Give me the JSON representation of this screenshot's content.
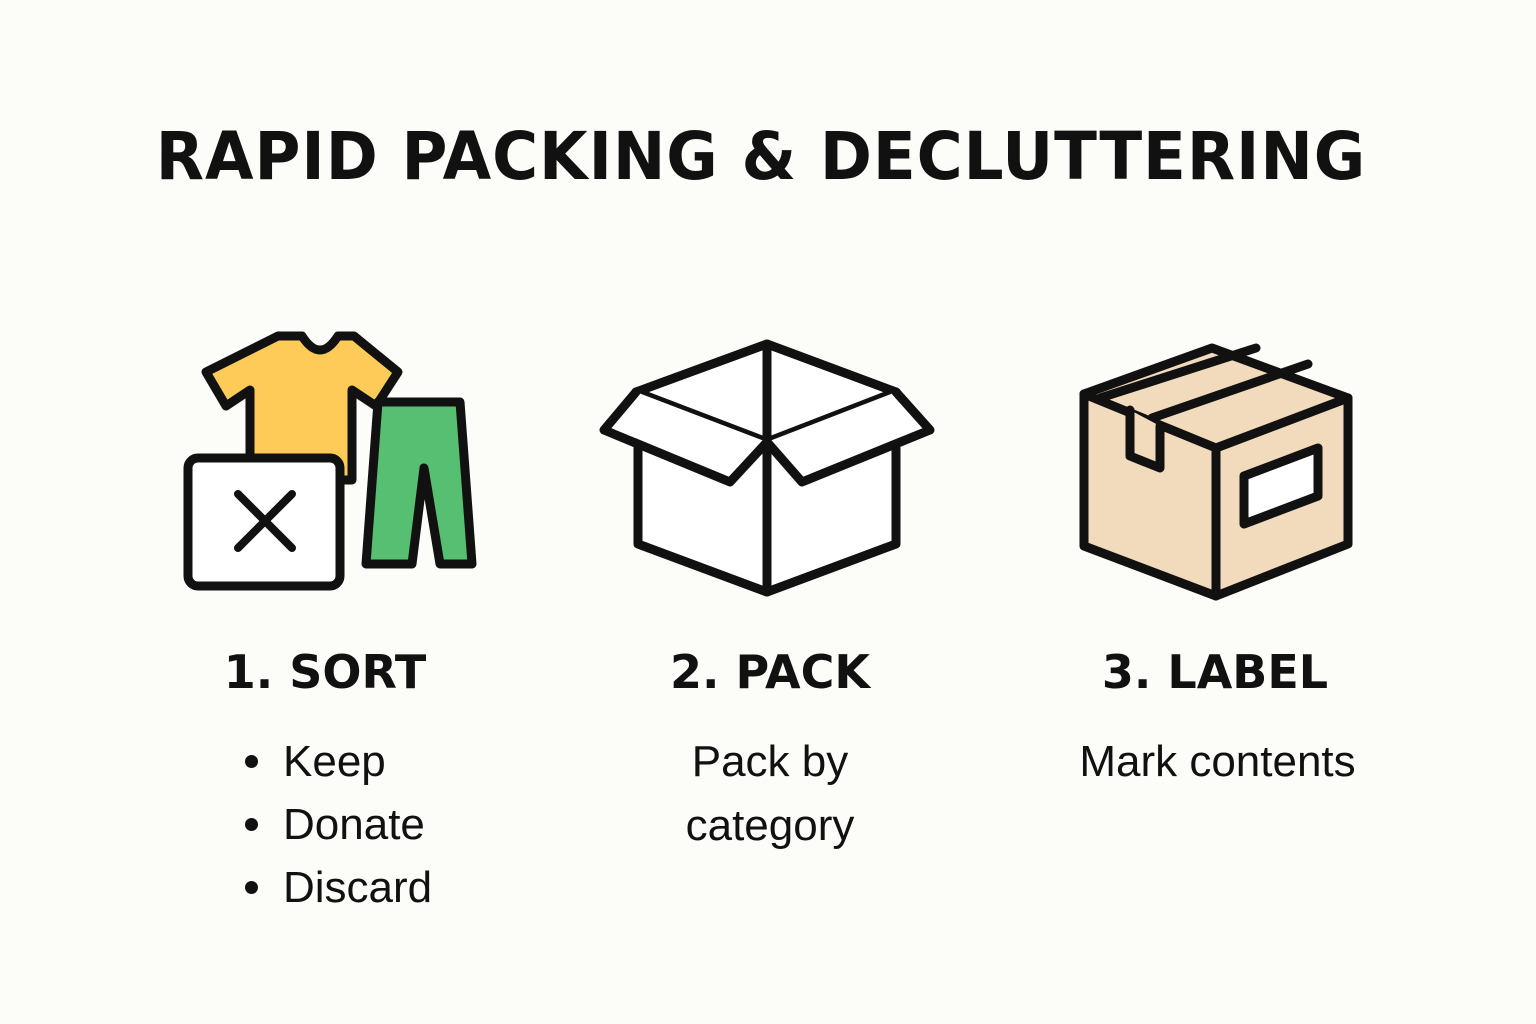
{
  "title": "RAPID PACKING & DECLUTTERING",
  "colors": {
    "background": "#fcfcf9",
    "outline": "#111111",
    "shirt": "#fecb58",
    "pants": "#57bf72",
    "box_tan": "#f2dabc",
    "white": "#ffffff"
  },
  "steps": [
    {
      "title": "1. SORT",
      "icon": "clothes-sort-icon",
      "bullets": [
        "Keep",
        "Donate",
        "Discard"
      ]
    },
    {
      "title": "2. PACK",
      "icon": "open-box-icon",
      "text_lines": [
        "Pack by",
        "category"
      ]
    },
    {
      "title": "3. LABEL",
      "icon": "labeled-box-icon",
      "text_lines": [
        "Mark contents"
      ]
    }
  ]
}
